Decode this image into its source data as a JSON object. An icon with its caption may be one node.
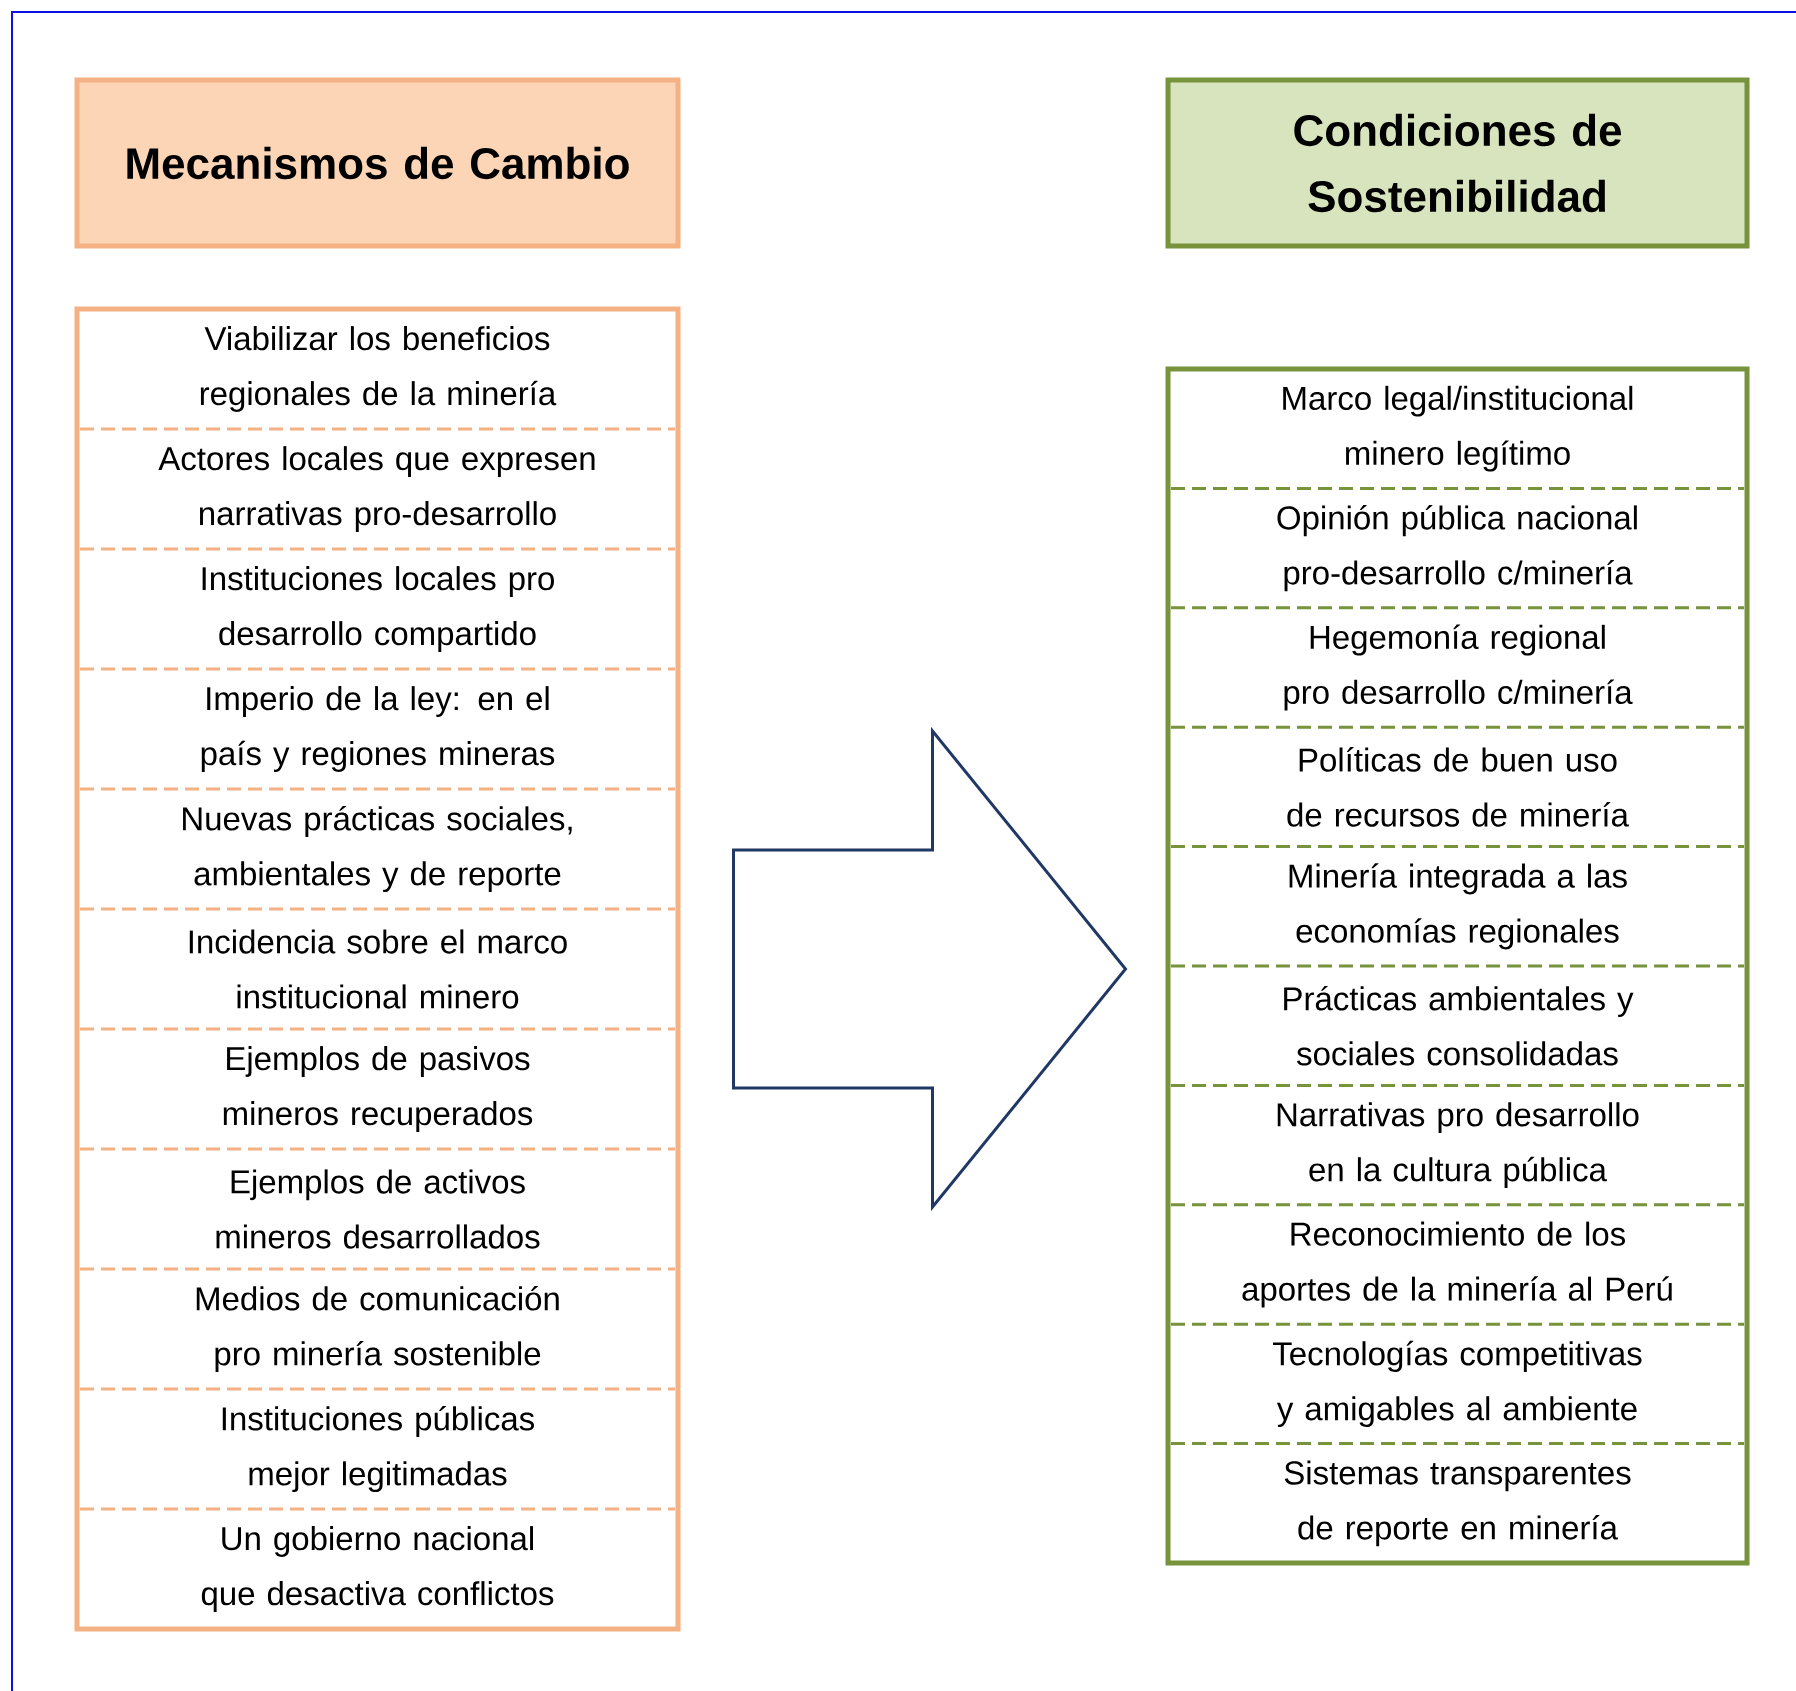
{
  "diagram": {
    "nodes": [
      {
        "text": [
          "Mecanismos de Cambio"
        ]
      },
      {
        "text": [
          "Condiciones de Sostenibilidad"
        ]
      },
      {
        "text": [],
        "shape": "box"
      },
      {
        "text": [
          "Viabilizar los beneficios regionales de la minería"
        ],
        "in": 2
      },
      {
        "text": [
          "Actores locales que expresen narrativas pro-desarrollo"
        ],
        "in": 2
      },
      {
        "text": [
          "Instituciones locales pro desarrollo compartido"
        ],
        "in": 2
      },
      {
        "text": [
          "Imperio de la ley: en el país y regiones mineras"
        ],
        "in": 2
      },
      {
        "text": [
          "Nuevas prácticas sociales, ambientales y de reporte"
        ],
        "in": 2
      },
      {
        "text": [
          "Incidencia sobre el marco institucional minero"
        ],
        "in": 2
      },
      {
        "text": [
          "Ejemplos de pasivos mineros recuperados"
        ],
        "in": 2
      },
      {
        "text": [
          "Ejemplos de activos mineros desarrollados"
        ],
        "in": 2
      },
      {
        "text": [
          "Medios de comunicación pro minería sostenible"
        ],
        "in": 2
      },
      {
        "text": [
          "Instituciones públicas mejor legitimadas"
        ],
        "in": 2
      },
      {
        "text": [
          "Un gobierno nacional que desactiva conflictos"
        ],
        "in": 2
      },
      {
        "text": [],
        "shape": "box"
      },
      {
        "text": [
          "Marco legal/institucional minero legítimo"
        ],
        "in": 14
      },
      {
        "text": [
          "Opinión pública nacional pro-desarrollo c/minería"
        ],
        "in": 14
      },
      {
        "text": [
          "Hegemonía regional pro desarrollo c/minería"
        ],
        "in": 14
      },
      {
        "text": [
          "Políticas de buen uso de recursos de minería"
        ],
        "in": 14
      },
      {
        "text": [
          "Minería integrada a las economías regionales"
        ],
        "in": 14
      },
      {
        "text": [
          "Prácticas ambientales y sociales consolidadas"
        ],
        "in": 14
      },
      {
        "text": [
          "Narrativas pro desarrollo en la cultura pública"
        ],
        "in": 14
      },
      {
        "text": [
          "Reconocimiento de los aportes de la minería al Perú"
        ],
        "in": 14
      },
      {
        "text": [
          "Tecnologías competitivas y amigables al ambiente"
        ],
        "in": 14
      },
      {
        "text": [
          "Sistemas transparentes de reporte en minería"
        ],
        "in": 14
      }
    ],
    "edges": [
      {
        "from": 2,
        "to": 14,
        "arrow": "to",
        "style": "thick"
      }
    ]
  }
}
